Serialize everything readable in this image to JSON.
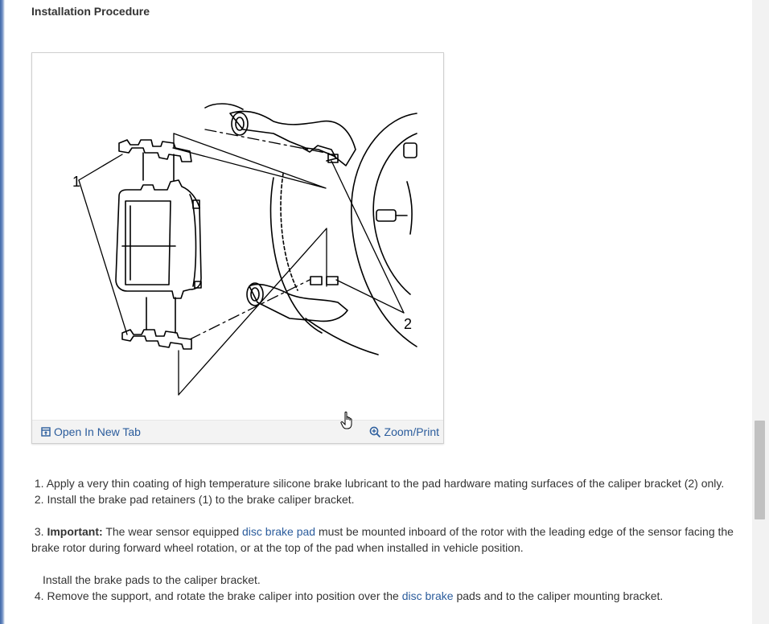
{
  "section": {
    "title": "Installation Procedure"
  },
  "figure": {
    "callout_1": "1",
    "callout_2": "2",
    "open_new_tab": "Open In New Tab",
    "zoom_print": "Zoom/Print"
  },
  "steps": {
    "s1": {
      "num": "1.",
      "text": "Apply a very thin coating of high temperature silicone brake lubricant to the pad hardware mating surfaces of the caliper bracket (2) only."
    },
    "s2": {
      "num": "2.",
      "text": "Install the brake pad retainers (1) to the brake caliper bracket."
    },
    "s3": {
      "num": "3.",
      "important": "Important:",
      "text_a": "The wear sensor equipped",
      "link": "disc brake pad",
      "text_b": "must be mounted inboard of the rotor with the leading edge of the sensor facing the brake rotor during forward wheel rotation, or at the top of the pad when installed in vehicle position."
    },
    "s3_sub": "Install the brake pads to the caliper bracket.",
    "s4": {
      "num": "4.",
      "text_a": "Remove the support, and rotate the brake caliper into position over the",
      "link": "disc brake",
      "text_b": "pads and to the caliper mounting bracket."
    }
  }
}
